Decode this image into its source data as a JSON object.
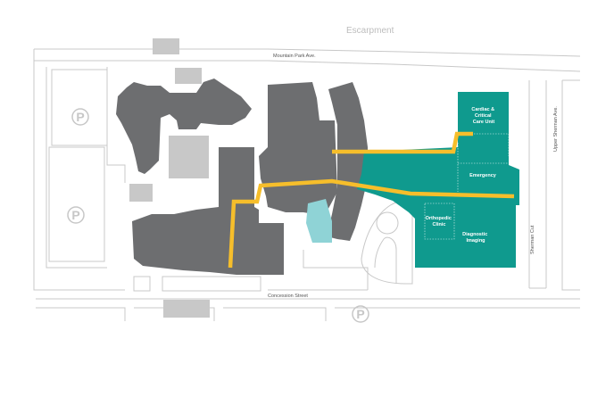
{
  "map": {
    "title": "Escarpment",
    "streets": {
      "mountain_park": "Mountain Park Ave.",
      "concession": "Concession Street",
      "sherman_cut": "Sherman Cut",
      "upper_sherman": "Upper Sherman Ave."
    },
    "departments": {
      "cardiac": [
        "Cardiac &",
        "Critical",
        "Care Unit"
      ],
      "emergency": "Emergency",
      "orthopedic": [
        "Orthopedic",
        "Clinic"
      ],
      "diagnostic": [
        "Diagnostic",
        "Imaging"
      ]
    },
    "parking_symbol": "P",
    "colors": {
      "building": "#6d6e70",
      "light_building": "#c8c8c8",
      "teal": "#0f9a8e",
      "light_teal": "#8fd3d6",
      "route": "#f6be2b",
      "road_line": "#c8c8c8",
      "street_text": "#555555",
      "escarpment_text": "#bdbdbd"
    }
  }
}
